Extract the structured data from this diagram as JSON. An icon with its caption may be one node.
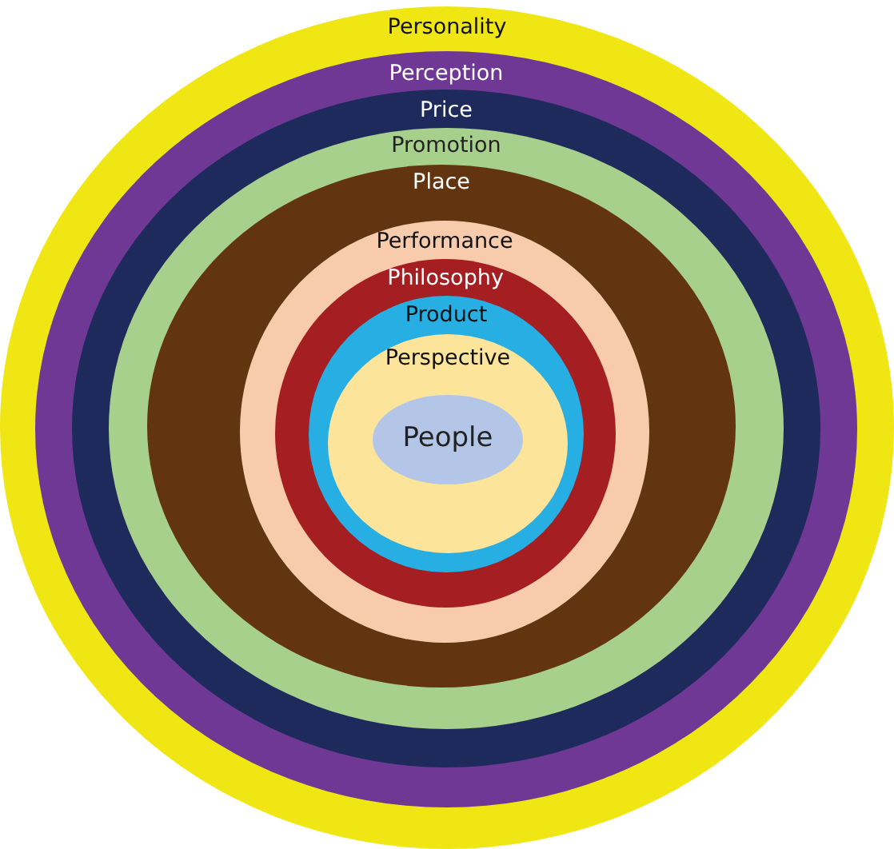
{
  "diagram": {
    "nodes": [
      {
        "text": [
          "Personality"
        ]
      },
      {
        "text": [
          "Perception"
        ],
        "in": 0
      },
      {
        "text": [
          "Price"
        ],
        "in": 1
      },
      {
        "text": [
          "Promotion"
        ],
        "in": 2
      },
      {
        "text": [
          "Place"
        ],
        "in": 3
      },
      {
        "text": [
          "Performance"
        ],
        "in": 4
      },
      {
        "text": [
          "Philosophy"
        ],
        "in": 5
      },
      {
        "text": [
          "Product"
        ],
        "in": 6
      },
      {
        "text": [
          "Perspective"
        ],
        "in": 7
      },
      {
        "text": [
          "People"
        ],
        "in": 8
      }
    ]
  }
}
